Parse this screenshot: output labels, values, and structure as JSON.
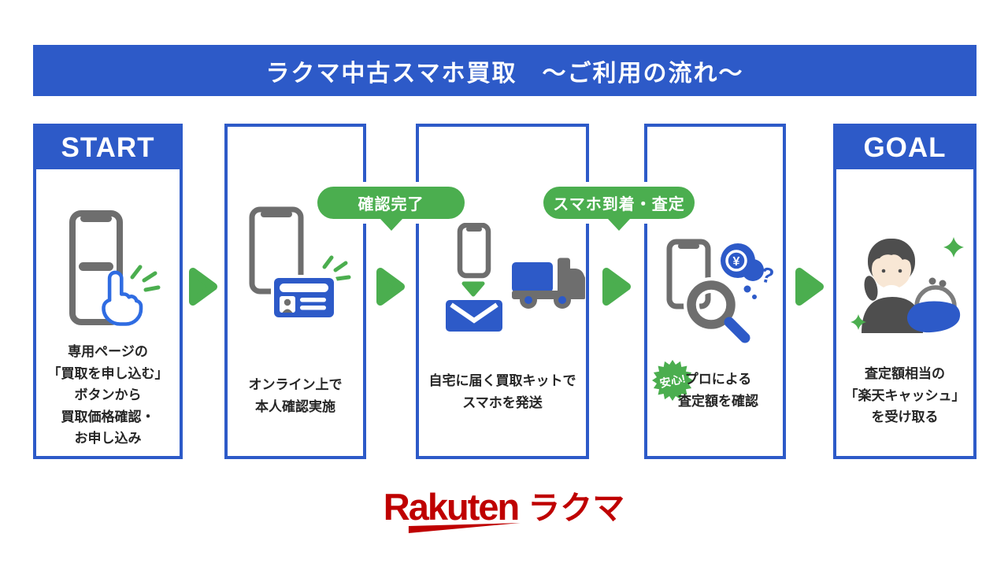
{
  "banner": {
    "title": "ラクマ中古スマホ買取　～ご利用の流れ～"
  },
  "steps": [
    {
      "tag": "START",
      "icon": "smartphone-tap",
      "lines": [
        "専用ページの",
        "「買取を申し込む」",
        "ボタンから",
        "買取価格確認・",
        "お申し込み"
      ]
    },
    {
      "icon": "smartphone-id-card",
      "lines": [
        "オンライン上で",
        "本人確認実施"
      ]
    },
    {
      "icon": "buyback-kit-envelope-truck",
      "lines": [
        "自宅に届く買取キットで",
        "スマホを発送"
      ]
    },
    {
      "icon": "appraisal-magnifier",
      "burst": "安心!",
      "lines": [
        "プロによる",
        "査定額を確認"
      ]
    },
    {
      "tag": "GOAL",
      "icon": "person-coin-purse",
      "lines": [
        "査定額相当の",
        "「楽天キャッシュ」",
        "を受け取る"
      ]
    }
  ],
  "badges": [
    {
      "label": "確認完了"
    },
    {
      "label": "スマホ到着・査定"
    }
  ],
  "bubble": {
    "yen": "¥",
    "question": "?"
  },
  "logo": {
    "brand": "Rakuten",
    "service": "ラクマ"
  },
  "colors": {
    "blue": "#2d5ac8",
    "green": "#4bae4f",
    "gray": "#6e6e6e",
    "red": "#bf0000",
    "text": "#262626",
    "hand": "#2f6ce2",
    "skin": "#f8e7d5",
    "dark": "#4e4e4e"
  }
}
